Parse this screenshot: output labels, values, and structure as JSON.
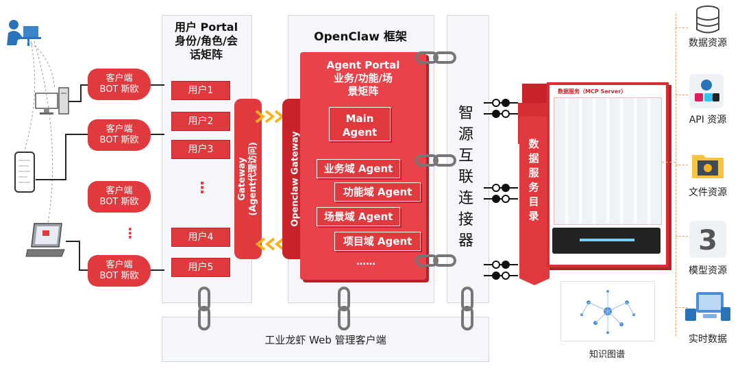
{
  "diagram": {
    "user_portal": {
      "title_line1": "用户 Portal",
      "title_line2": "身份/角色/会",
      "title_line3": "话矩阵",
      "users": [
        "用户1",
        "用户2",
        "用户3",
        "用户4",
        "用户5"
      ],
      "ellipsis": "⋮"
    },
    "bots": [
      {
        "line1": "客户端",
        "line2": "BOT  斯欧"
      },
      {
        "line1": "客户端",
        "line2": "BOT  斯欧"
      },
      {
        "line1": "客户端",
        "line2": "BOT  斯欧"
      },
      {
        "line1": "客户端",
        "line2": "BOT  斯欧"
      }
    ],
    "gateway_label": "Gateway\n(Agent代理访问)",
    "openclaw": {
      "title": "OpenClaw  框架",
      "gateway_label": "Openclaw Gateway",
      "agent_portal_line1": "Agent Portal",
      "agent_portal_line2": "业务/功能/场",
      "agent_portal_line3": "景矩阵",
      "main_agent_line1": "Main",
      "main_agent_line2": "Agent",
      "domain_agents": [
        "业务域 Agent",
        "功能域 Agent",
        "场景域 Agent",
        "项目域 Agent"
      ],
      "more": "……"
    },
    "connector_label": "智源互联连接器",
    "data_service_label": "数据服务目录",
    "mcp_title": "数据服务（MCP Server）",
    "bottom_bar": "工业龙虾 Web 管理客户端",
    "knowledge_graph": "知识图谱",
    "resources": [
      {
        "label": "数据资源",
        "icon": "database-icon"
      },
      {
        "label": "API 资源",
        "icon": "api-icon"
      },
      {
        "label": "文件资源",
        "icon": "folder-icon"
      },
      {
        "label": "模型资源",
        "icon": "model-icon"
      },
      {
        "label": "实时数据",
        "icon": "realtime-icon"
      }
    ],
    "colors": {
      "accent": "#e03a3e",
      "dark_accent": "#b62227",
      "panel": "#f4f6f9",
      "link": "#e8a06b"
    }
  }
}
